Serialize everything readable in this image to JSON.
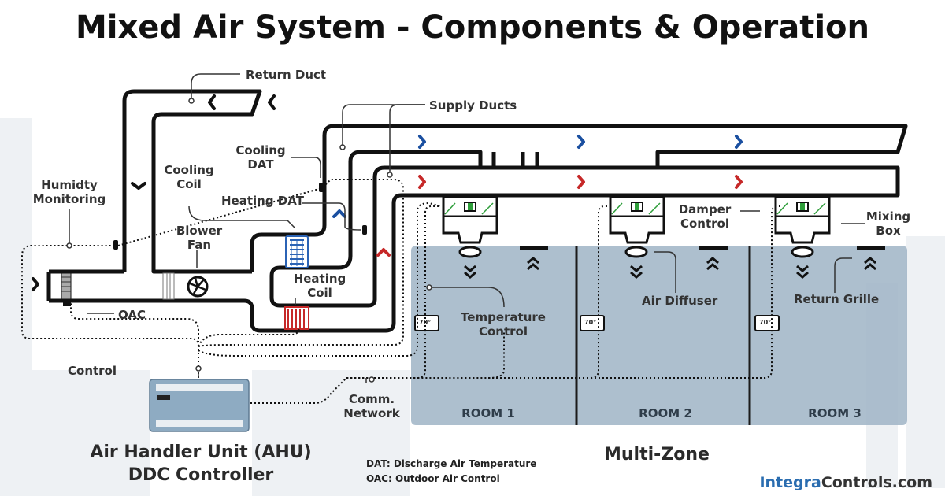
{
  "title": "Mixed Air System - Components & Operation",
  "labels": {
    "return_duct": "Return Duct",
    "supply_ducts": "Supply Ducts",
    "cooling_dat": [
      "Cooling",
      "DAT"
    ],
    "cooling_coil": [
      "Cooling",
      "Coil"
    ],
    "heating_dat": "Heating DAT",
    "humidity_monitoring": [
      "Humidty",
      "Monitoring"
    ],
    "blower_fan": [
      "Blower",
      "Fan"
    ],
    "heating_coil": [
      "Heating",
      "Coil"
    ],
    "oac": "OAC",
    "control": "Control",
    "comm_network": [
      "Comm.",
      "Network"
    ],
    "temperature_control": [
      "Temperature",
      "Control"
    ],
    "air_diffuser": "Air Diffuser",
    "damper_control": [
      "Damper",
      "Control"
    ],
    "mixing_box": [
      "Mixing",
      "Box"
    ],
    "return_grille": "Return Grille"
  },
  "rooms": [
    {
      "name": "ROOM 1",
      "thermostat": "70°"
    },
    {
      "name": "ROOM 2",
      "thermostat": "70°"
    },
    {
      "name": "ROOM 3",
      "thermostat": "70°"
    }
  ],
  "controller_caption": [
    "Air Handler Unit (AHU)",
    "DDC Controller"
  ],
  "multizone_caption": "Multi-Zone",
  "legend": [
    "DAT:  Discharge Air Temperature",
    "OAC:  Outdoor Air Control"
  ],
  "brand": {
    "part1": "Integra",
    "part2": "Controls.com"
  },
  "colors": {
    "duct": "#111111",
    "room_fill": "#9fb4c6",
    "cooling_arrow": "#1a4fa0",
    "heating_arrow": "#c62828",
    "damper_green": "#2e9e3a",
    "brand_blue": "#2a6db0",
    "controller": "#8eabc2"
  }
}
